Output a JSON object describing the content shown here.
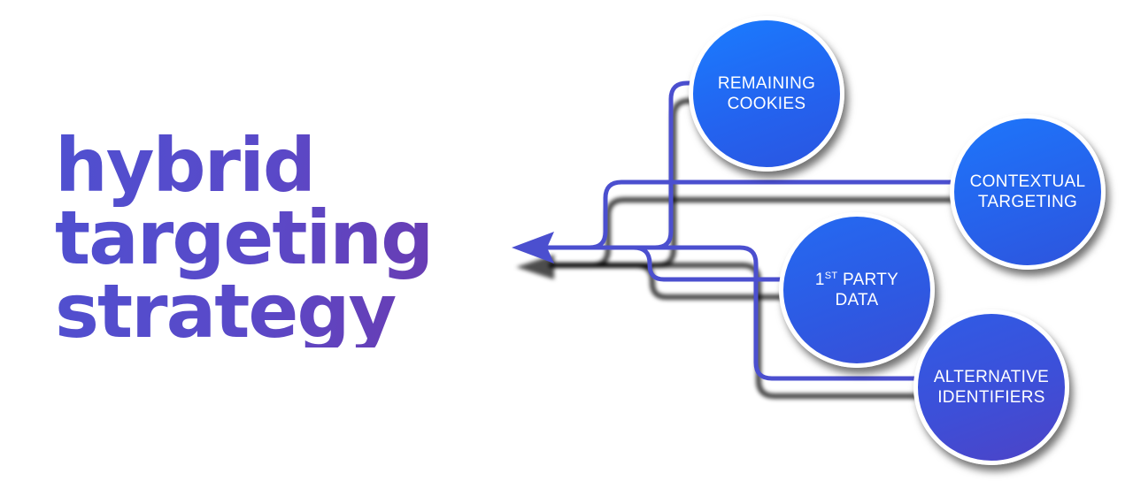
{
  "title": {
    "line1": "hybrid",
    "line2": "targeting",
    "line3": "strategy"
  },
  "nodes": [
    {
      "name": "remaining-cookies",
      "line1": "REMAINING",
      "line2": "COOKIES"
    },
    {
      "name": "contextual-targeting",
      "line1": "CONTEXTUAL",
      "line2": "TARGETING"
    },
    {
      "name": "first-party-data",
      "ordinal": "1",
      "ordinal_suffix": "ST",
      "line1_rest": " PARTY",
      "line2": "DATA"
    },
    {
      "name": "alternative-identifiers",
      "line1": "ALTERNATIVE",
      "line2": "IDENTIFIERS"
    }
  ],
  "colors": {
    "line": "#4b4fcf",
    "arrow": "#4b4fcf",
    "title_start": "#4f50d0",
    "title_end": "#7036a8"
  }
}
